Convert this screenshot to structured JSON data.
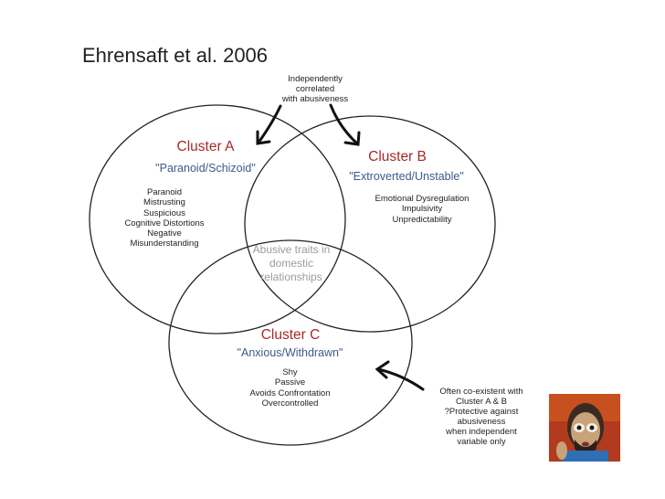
{
  "title": "Ehrensaft et al. 2006",
  "top_note": [
    "Independently",
    "correlated",
    "with abusiveness"
  ],
  "clusters": [
    {
      "name": "Cluster A",
      "descriptor": "\"Paranoid/Schizoid\"",
      "traits": [
        "Paranoid",
        "Mistrusting",
        "Suspicious",
        "Cognitive Distortions",
        "Negative",
        "Misunderstanding"
      ]
    },
    {
      "name": "Cluster B",
      "descriptor": "\"Extroverted/Unstable\"",
      "traits": [
        "Emotional Dysregulation",
        "Impulsivity",
        "Unpredictability"
      ]
    },
    {
      "name": "Cluster C",
      "descriptor": "\"Anxious/Withdrawn\"",
      "traits": [
        "Shy",
        "Passive",
        "Avoids Confrontation",
        "Overcontrolled"
      ]
    }
  ],
  "center_label": [
    "Abusive traits in",
    "domestic",
    "relationships"
  ],
  "bottom_note": [
    "Often co-existent with",
    "Cluster A & B",
    "?Protective against",
    "abusiveness",
    "when independent",
    "variable only"
  ],
  "colors": {
    "cluster_title": "#a52a2a",
    "descriptor": "#3f5a8a",
    "center_text": "#a09a9a",
    "outline": "#222222"
  }
}
